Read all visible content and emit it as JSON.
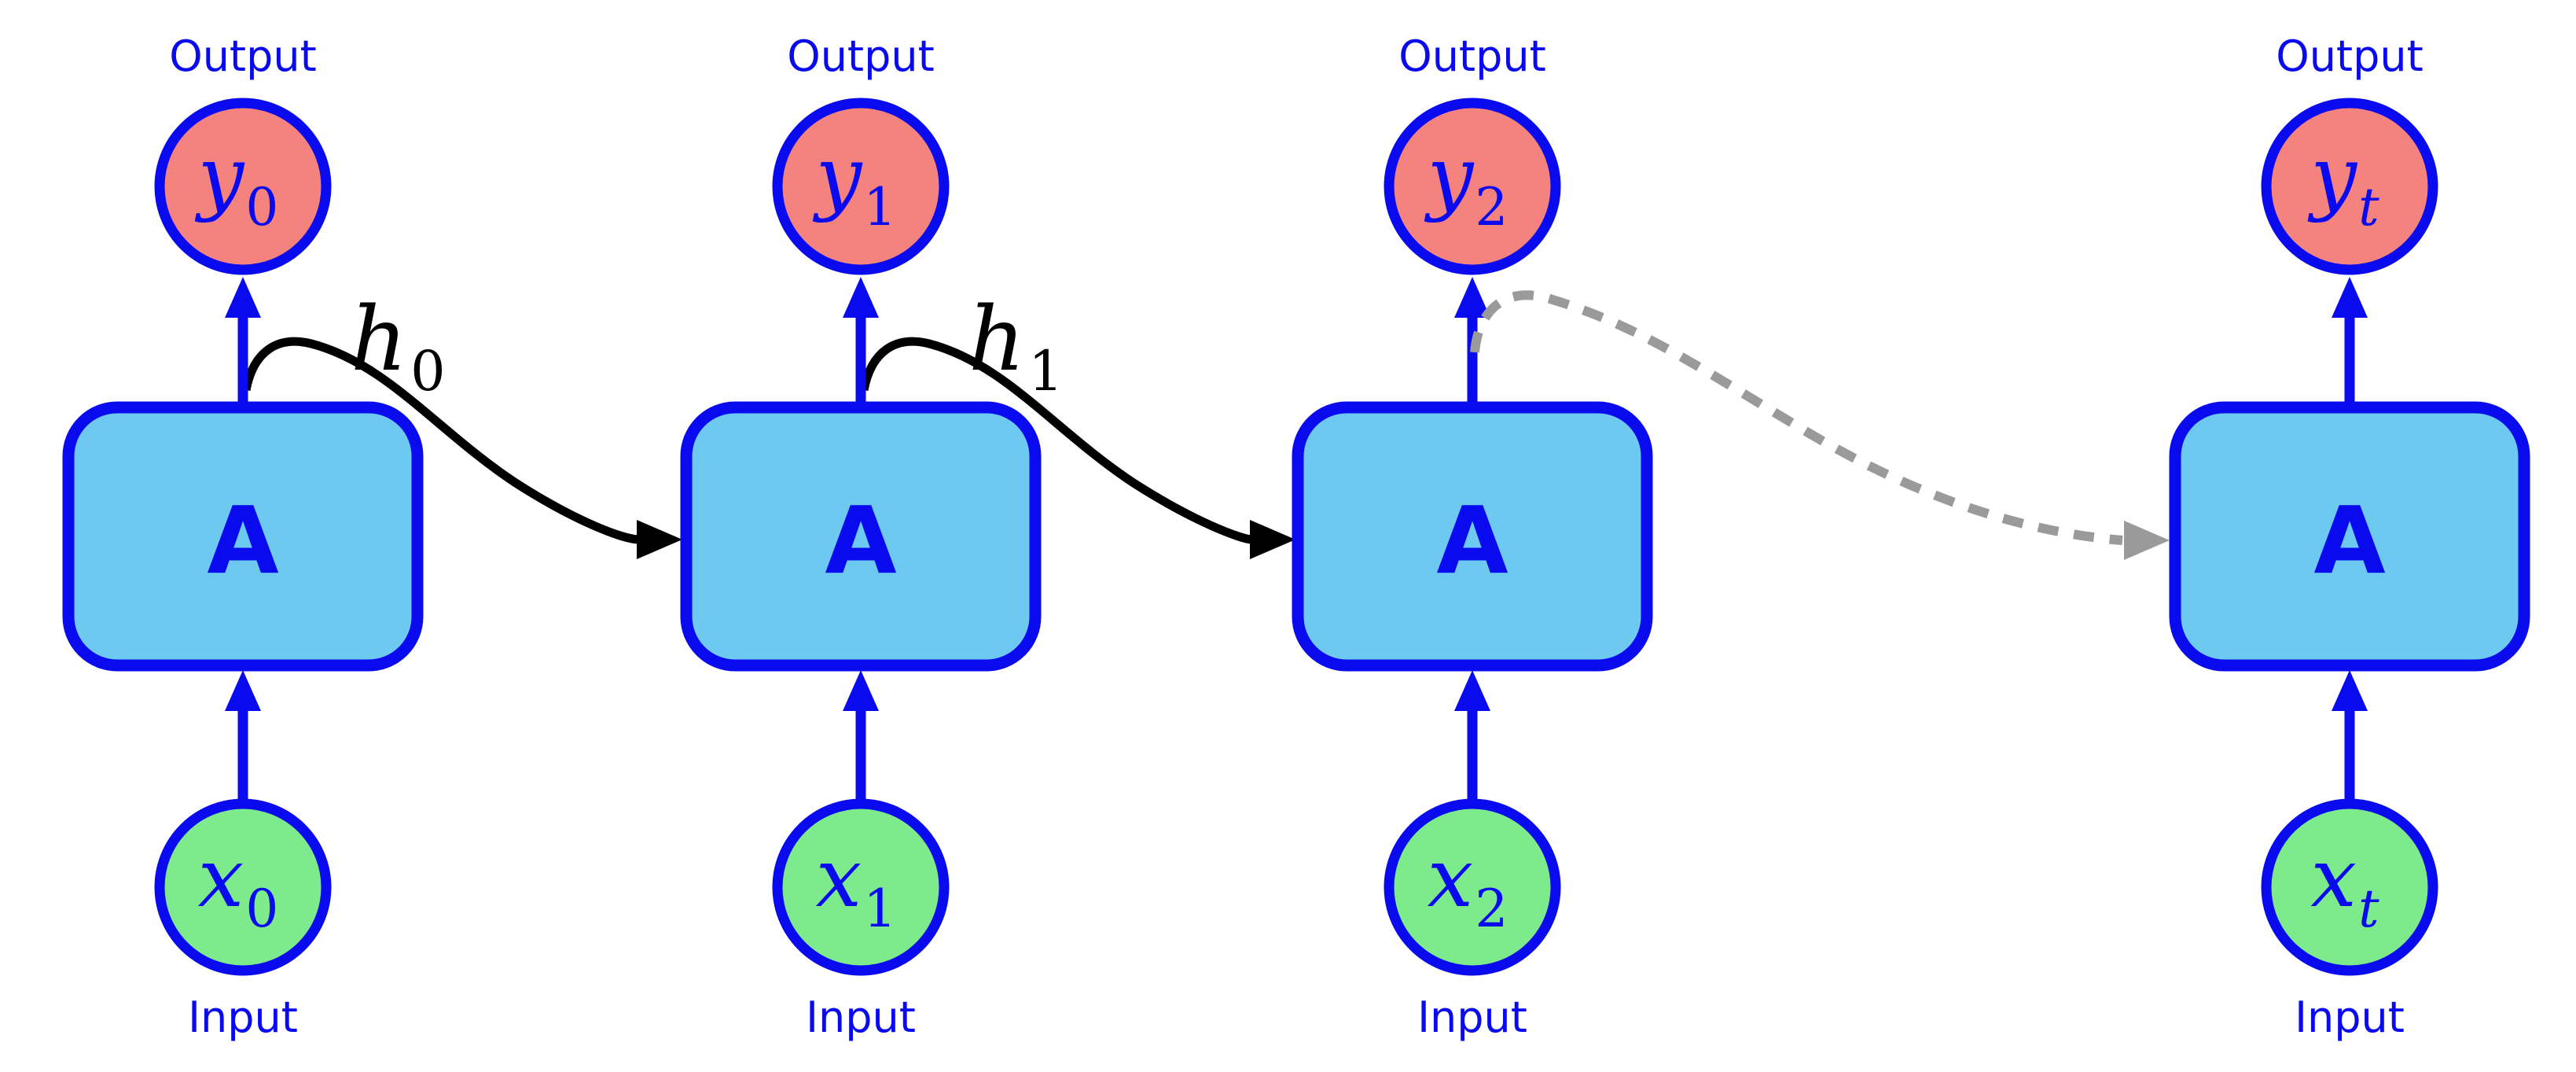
{
  "diagram_type": "unrolled recurrent neural network",
  "colors": {
    "node_stroke_blue": "#0a0aee",
    "output_node_fill": "#f4837f",
    "input_node_fill": "#7deb8c",
    "cell_fill": "#6ec9f0",
    "label_text_blue": "#0a0aee",
    "hidden_state_arrow_black": "#000000",
    "future_arrow_dashed_gray": "#9a9a9a"
  },
  "columns": [
    {
      "output_label": "Output",
      "input_label": "Input",
      "cell_label": "A",
      "y_base": "y",
      "y_sub": "0",
      "x_base": "x",
      "x_sub": "0"
    },
    {
      "output_label": "Output",
      "input_label": "Input",
      "cell_label": "A",
      "y_base": "y",
      "y_sub": "1",
      "x_base": "x",
      "x_sub": "1"
    },
    {
      "output_label": "Output",
      "input_label": "Input",
      "cell_label": "A",
      "y_base": "y",
      "y_sub": "2",
      "x_base": "x",
      "x_sub": "2"
    },
    {
      "output_label": "Output",
      "input_label": "Input",
      "cell_label": "A",
      "y_base": "y",
      "y_sub": "t",
      "x_base": "x",
      "x_sub": "t"
    }
  ],
  "hidden_labels": [
    {
      "base": "h",
      "sub": "0"
    },
    {
      "base": "h",
      "sub": "1"
    }
  ]
}
